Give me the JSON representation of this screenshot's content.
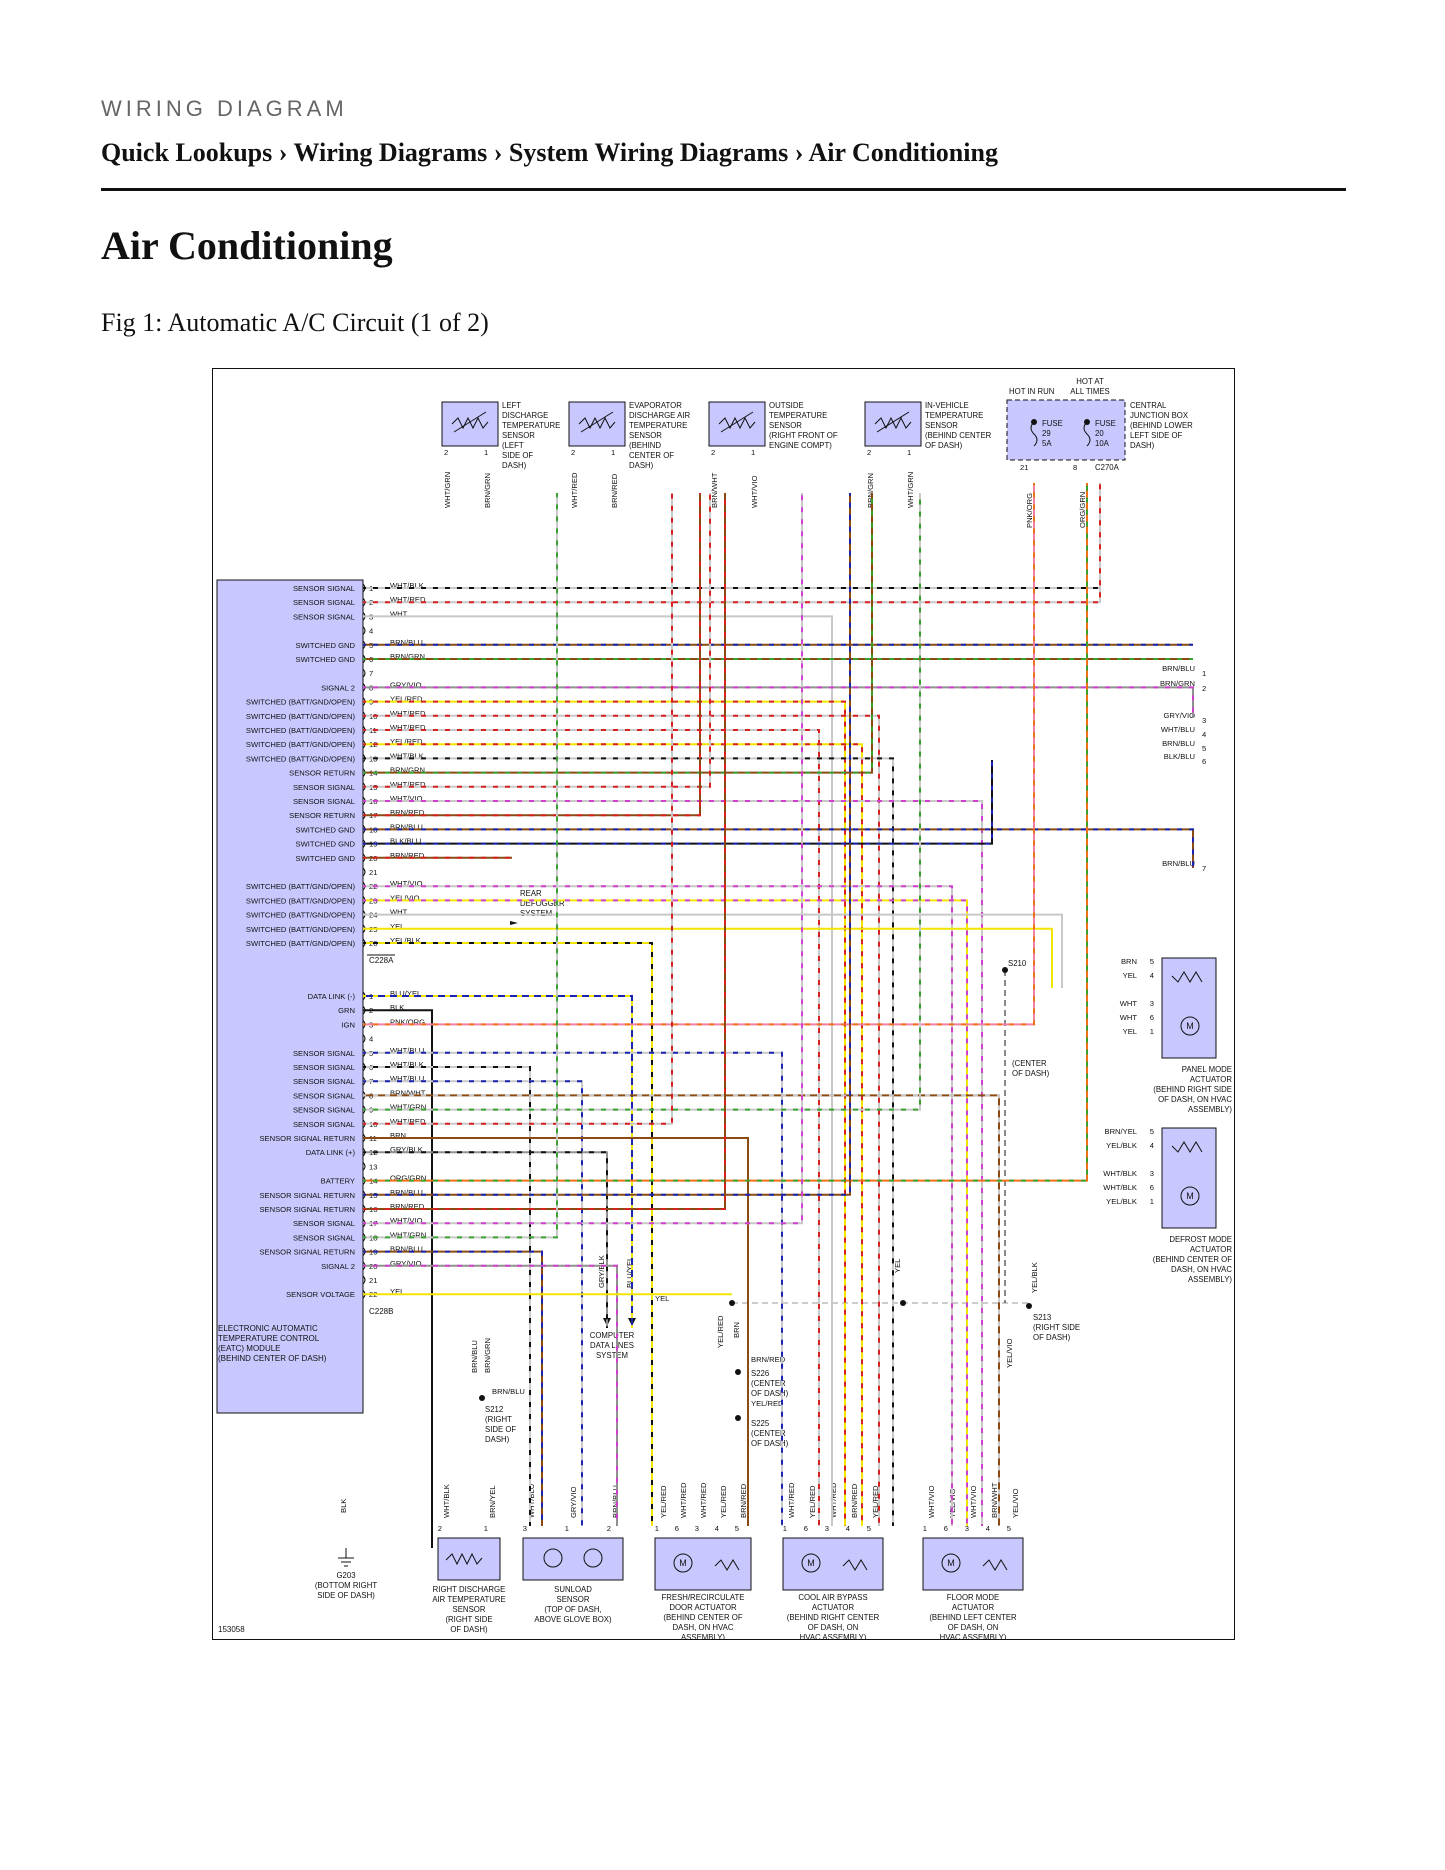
{
  "header": {
    "eyebrow": "WIRING DIAGRAM",
    "breadcrumb": [
      "Quick Lookups",
      "Wiring Diagrams",
      "System Wiring Diagrams",
      "Air Conditioning"
    ],
    "separator": "›"
  },
  "page_title": "Air Conditioning",
  "figure_caption": "Fig 1: Automatic A/C Circuit (1 of 2)",
  "diagram": {
    "figure_id": "153058",
    "module": {
      "label": [
        "ELECTRONIC AUTOMATIC",
        "TEMPERATURE CONTROL",
        "(EATC) MODULE",
        "(BEHIND CENTER OF DASH)"
      ],
      "connector_a": "C228A",
      "connector_b": "C228B",
      "pins_a": [
        {
          "pin": "1",
          "name": "SENSOR SIGNAL",
          "wire": "WHT/BLK"
        },
        {
          "pin": "2",
          "name": "SENSOR SIGNAL",
          "wire": "WHT/RED"
        },
        {
          "pin": "3",
          "name": "SENSOR SIGNAL",
          "wire": "WHT"
        },
        {
          "pin": "4",
          "name": "",
          "wire": ""
        },
        {
          "pin": "5",
          "name": "SWITCHED GND",
          "wire": "BRN/BLU"
        },
        {
          "pin": "6",
          "name": "SWITCHED GND",
          "wire": "BRN/GRN"
        },
        {
          "pin": "7",
          "name": "",
          "wire": ""
        },
        {
          "pin": "8",
          "name": "SIGNAL 2",
          "wire": "GRY/VIO"
        },
        {
          "pin": "9",
          "name": "SWITCHED (BATT/GND/OPEN)",
          "wire": "YEL/RED"
        },
        {
          "pin": "10",
          "name": "SWITCHED (BATT/GND/OPEN)",
          "wire": "WHT/RED"
        },
        {
          "pin": "11",
          "name": "SWITCHED (BATT/GND/OPEN)",
          "wire": "WHT/RED"
        },
        {
          "pin": "12",
          "name": "SWITCHED (BATT/GND/OPEN)",
          "wire": "YEL/RED"
        },
        {
          "pin": "13",
          "name": "SWITCHED (BATT/GND/OPEN)",
          "wire": "WHT/BLK"
        },
        {
          "pin": "14",
          "name": "SENSOR RETURN",
          "wire": "BRN/GRN"
        },
        {
          "pin": "15",
          "name": "SENSOR SIGNAL",
          "wire": "WHT/RED"
        },
        {
          "pin": "16",
          "name": "SENSOR SIGNAL",
          "wire": "WHT/VIO"
        },
        {
          "pin": "17",
          "name": "SENSOR RETURN",
          "wire": "BRN/RED"
        },
        {
          "pin": "18",
          "name": "SWITCHED GND",
          "wire": "BRN/BLU"
        },
        {
          "pin": "19",
          "name": "SWITCHED GND",
          "wire": "BLK/BLU"
        },
        {
          "pin": "20",
          "name": "SWITCHED GND",
          "wire": "BRN/RED"
        },
        {
          "pin": "21",
          "name": "",
          "wire": ""
        },
        {
          "pin": "22",
          "name": "SWITCHED (BATT/GND/OPEN)",
          "wire": "WHT/VIO"
        },
        {
          "pin": "23",
          "name": "SWITCHED (BATT/GND/OPEN)",
          "wire": "YEL/VIO"
        },
        {
          "pin": "24",
          "name": "SWITCHED (BATT/GND/OPEN)",
          "wire": "WHT"
        },
        {
          "pin": "25",
          "name": "SWITCHED (BATT/GND/OPEN)",
          "wire": "YEL"
        },
        {
          "pin": "26",
          "name": "SWITCHED (BATT/GND/OPEN)",
          "wire": "YEL/BLK"
        }
      ],
      "pins_b": [
        {
          "pin": "1",
          "name": "DATA LINK (-)",
          "wire": "BLU/YEL"
        },
        {
          "pin": "2",
          "name": "GRN",
          "wire": "BLK"
        },
        {
          "pin": "3",
          "name": "IGN",
          "wire": "PNK/ORG"
        },
        {
          "pin": "4",
          "name": "",
          "wire": ""
        },
        {
          "pin": "5",
          "name": "SENSOR SIGNAL",
          "wire": "WHT/BLU"
        },
        {
          "pin": "6",
          "name": "SENSOR SIGNAL",
          "wire": "WHT/BLK"
        },
        {
          "pin": "7",
          "name": "SENSOR SIGNAL",
          "wire": "WHT/BLU"
        },
        {
          "pin": "8",
          "name": "SENSOR SIGNAL",
          "wire": "BRN/WHT"
        },
        {
          "pin": "9",
          "name": "SENSOR SIGNAL",
          "wire": "WHT/GRN"
        },
        {
          "pin": "10",
          "name": "SENSOR SIGNAL",
          "wire": "WHT/RED"
        },
        {
          "pin": "11",
          "name": "SENSOR SIGNAL RETURN",
          "wire": "BRN"
        },
        {
          "pin": "12",
          "name": "DATA LINK (+)",
          "wire": "GRY/BLK"
        },
        {
          "pin": "13",
          "name": "",
          "wire": ""
        },
        {
          "pin": "14",
          "name": "BATTERY",
          "wire": "ORG/GRN"
        },
        {
          "pin": "15",
          "name": "SENSOR SIGNAL RETURN",
          "wire": "BRN/BLU"
        },
        {
          "pin": "16",
          "name": "SENSOR SIGNAL RETURN",
          "wire": "BRN/RED"
        },
        {
          "pin": "17",
          "name": "SENSOR SIGNAL",
          "wire": "WHT/VIO"
        },
        {
          "pin": "18",
          "name": "SENSOR SIGNAL",
          "wire": "WHT/GRN"
        },
        {
          "pin": "19",
          "name": "SENSOR SIGNAL RETURN",
          "wire": "BRN/BLU"
        },
        {
          "pin": "20",
          "name": "SIGNAL 2",
          "wire": "GRY/VIO"
        },
        {
          "pin": "21",
          "name": "",
          "wire": ""
        },
        {
          "pin": "22",
          "name": "SENSOR VOLTAGE",
          "wire": "YEL"
        }
      ]
    },
    "top_sensors": [
      {
        "label": [
          "LEFT",
          "DISCHARGE",
          "TEMPERATURE",
          "SENSOR",
          "(LEFT",
          "SIDE OF",
          "DASH)"
        ],
        "pins": [
          "2",
          "1"
        ],
        "wires": [
          "WHT/GRN",
          "BRN/GRN"
        ]
      },
      {
        "label": [
          "EVAPORATOR",
          "DISCHARGE AIR",
          "TEMPERATURE",
          "SENSOR",
          "(BEHIND",
          "CENTER OF",
          "DASH)"
        ],
        "pins": [
          "2",
          "1"
        ],
        "wires": [
          "WHT/RED",
          "BRN/RED"
        ]
      },
      {
        "label": [
          "OUTSIDE",
          "TEMPERATURE",
          "SENSOR",
          "(RIGHT FRONT OF",
          "ENGINE COMPT)"
        ],
        "pins": [
          "2",
          "1"
        ],
        "wires": [
          "BRN/WHT",
          "WHT/VIO"
        ]
      },
      {
        "label": [
          "IN-VEHICLE",
          "TEMPERATURE",
          "SENSOR",
          "(BEHIND CENTER",
          "OF DASH)"
        ],
        "pins": [
          "2",
          "1"
        ],
        "wires": [
          "BRN/GRN",
          "WHT/GRN"
        ]
      }
    ],
    "junction_box": {
      "hot_in_run": "HOT IN RUN",
      "hot_at_all_times": [
        "HOT AT",
        "ALL TIMES"
      ],
      "label": [
        "CENTRAL",
        "JUNCTION BOX",
        "(BEHIND LOWER",
        "LEFT SIDE OF",
        "DASH)"
      ],
      "fuses": [
        {
          "name": "FUSE",
          "number": "29",
          "rating": "5A",
          "pin": "21",
          "wire": "PNK/ORG"
        },
        {
          "name": "FUSE",
          "number": "20",
          "rating": "10A",
          "pin": "8",
          "wire": "ORG/GRN"
        }
      ],
      "connector": "C270A"
    },
    "right_connector_pins": [
      {
        "pin": "1",
        "wire": "BRN/BLU"
      },
      {
        "pin": "2",
        "wire": "BRN/GRN"
      },
      {
        "pin": "3",
        "wire": "GRY/VIO"
      },
      {
        "pin": "4",
        "wire": "WHT/BLU"
      },
      {
        "pin": "5",
        "wire": "BRN/BLU"
      },
      {
        "pin": "6",
        "wire": "BLK/BLU"
      },
      {
        "pin": "7",
        "wire": "BRN/BLU"
      }
    ],
    "rear_defogger": [
      "REAR",
      "DEFOGGER",
      "SYSTEM"
    ],
    "panel_mode_actuator": {
      "label": [
        "PANEL MODE",
        "ACTUATOR",
        "(BEHIND RIGHT SIDE",
        "OF DASH, ON HVAC",
        "ASSEMBLY)"
      ],
      "pins": [
        {
          "wire": "BRN",
          "pin": "5"
        },
        {
          "wire": "YEL",
          "pin": "4"
        },
        {
          "wire": "WHT",
          "pin": "3"
        },
        {
          "wire": "WHT",
          "pin": "6"
        },
        {
          "wire": "YEL",
          "pin": "1"
        }
      ]
    },
    "defrost_mode_actuator": {
      "label": [
        "DEFROST MODE",
        "ACTUATOR",
        "(BEHIND CENTER OF",
        "DASH, ON HVAC",
        "ASSEMBLY)"
      ],
      "pins": [
        {
          "wire": "BRN/YEL",
          "pin": "5"
        },
        {
          "wire": "YEL/BLK",
          "pin": "4"
        },
        {
          "wire": "WHT/BLK",
          "pin": "3"
        },
        {
          "wire": "WHT/BLK",
          "pin": "6"
        },
        {
          "wire": "YEL/BLK",
          "pin": "1"
        }
      ]
    },
    "splices": {
      "s210": {
        "name": "S210",
        "location": [
          "(CENTER",
          "OF DASH)"
        ]
      },
      "s213": {
        "name": "S213",
        "location": [
          "(RIGHT SIDE",
          "OF DASH)"
        ]
      },
      "s212": {
        "name": "S212",
        "location": [
          "(RIGHT",
          "SIDE OF",
          "DASH)"
        ]
      },
      "s226": {
        "name": "S226",
        "location": [
          "(CENTER",
          "OF DASH)"
        ]
      },
      "s225": {
        "name": "S225",
        "location": [
          "(CENTER",
          "OF DASH)"
        ]
      }
    },
    "computer_data_lines": [
      "COMPUTER",
      "DATA LINES",
      "SYSTEM"
    ],
    "ground": {
      "name": "G203",
      "location": [
        "(BOTTOM RIGHT",
        "SIDE OF DASH)"
      ]
    },
    "bottom_components": [
      {
        "label": [
          "RIGHT DISCHARGE",
          "AIR TEMPERATURE",
          "SENSOR",
          "(RIGHT SIDE",
          "OF DASH)"
        ],
        "pins": [
          "2",
          "1"
        ],
        "wires": [
          "WHT/BLK",
          "BRN/YEL"
        ]
      },
      {
        "label": [
          "SUNLOAD",
          "SENSOR",
          "(TOP OF DASH,",
          "ABOVE GLOVE BOX)"
        ],
        "pins": [
          "3",
          "1",
          "2"
        ],
        "wires": [
          "WHT/BLU",
          "GRY/VIO",
          "BRN/BLU"
        ]
      },
      {
        "label": [
          "FRESH/RECIRCULATE",
          "DOOR ACTUATOR",
          "(BEHIND CENTER OF",
          "DASH, ON HVAC",
          "ASSEMBLY)"
        ],
        "pins": [
          "1",
          "6",
          "3",
          "4",
          "5"
        ],
        "wires": [
          "YEL/RED",
          "WHT/RED",
          "WHT/RED",
          "YEL/RED",
          "BRN/RED"
        ]
      },
      {
        "label": [
          "COOL AIR BYPASS",
          "ACTUATOR",
          "(BEHIND RIGHT CENTER",
          "OF DASH, ON",
          "HVAC ASSEMBLY)"
        ],
        "pins": [
          "1",
          "6",
          "3",
          "4",
          "5"
        ],
        "wires": [
          "WHT/RED",
          "YEL/RED",
          "WHT/RED",
          "BRN/RED",
          "YEL/RED"
        ]
      },
      {
        "label": [
          "FLOOR MODE",
          "ACTUATOR",
          "(BEHIND LEFT CENTER",
          "OF DASH, ON",
          "HVAC ASSEMBLY)"
        ],
        "pins": [
          "1",
          "6",
          "3",
          "4",
          "5"
        ],
        "wires": [
          "WHT/VIO",
          "YEL/VIO",
          "WHT/VIO",
          "BRN/WHT",
          "YEL/VIO"
        ]
      }
    ],
    "mid_wire_labels": {
      "gry_blk": "GRY/BLK",
      "blu_yel": "BLU/YEL",
      "yel_bus": "YEL",
      "yel_vert": "YEL",
      "yel_blk": "YEL/BLK",
      "yel_vio": "YEL/VIO",
      "yel_red": "YEL/RED",
      "brn": "BRN",
      "brn_red": "BRN/RED",
      "yel_red_2": "YEL/RED",
      "brn_blu_h": "BRN/BLU",
      "brn_blu_v": "BRN/BLU",
      "brn_grn_v": "BRN/GRN",
      "blk": "BLK"
    },
    "wire_colors": {
      "WHT": "#c8c8c8",
      "BLK": "#111111",
      "RED": "#d82020",
      "GRN": "#3aa030",
      "BLU": "#1a24b0",
      "BRN": "#8a4a12",
      "YEL": "#f2e600",
      "VIO": "#d040d0",
      "ORG": "#f07018",
      "PNK": "#f080a0",
      "GRY": "#909090"
    },
    "fill_color": "#c8c8ff"
  }
}
